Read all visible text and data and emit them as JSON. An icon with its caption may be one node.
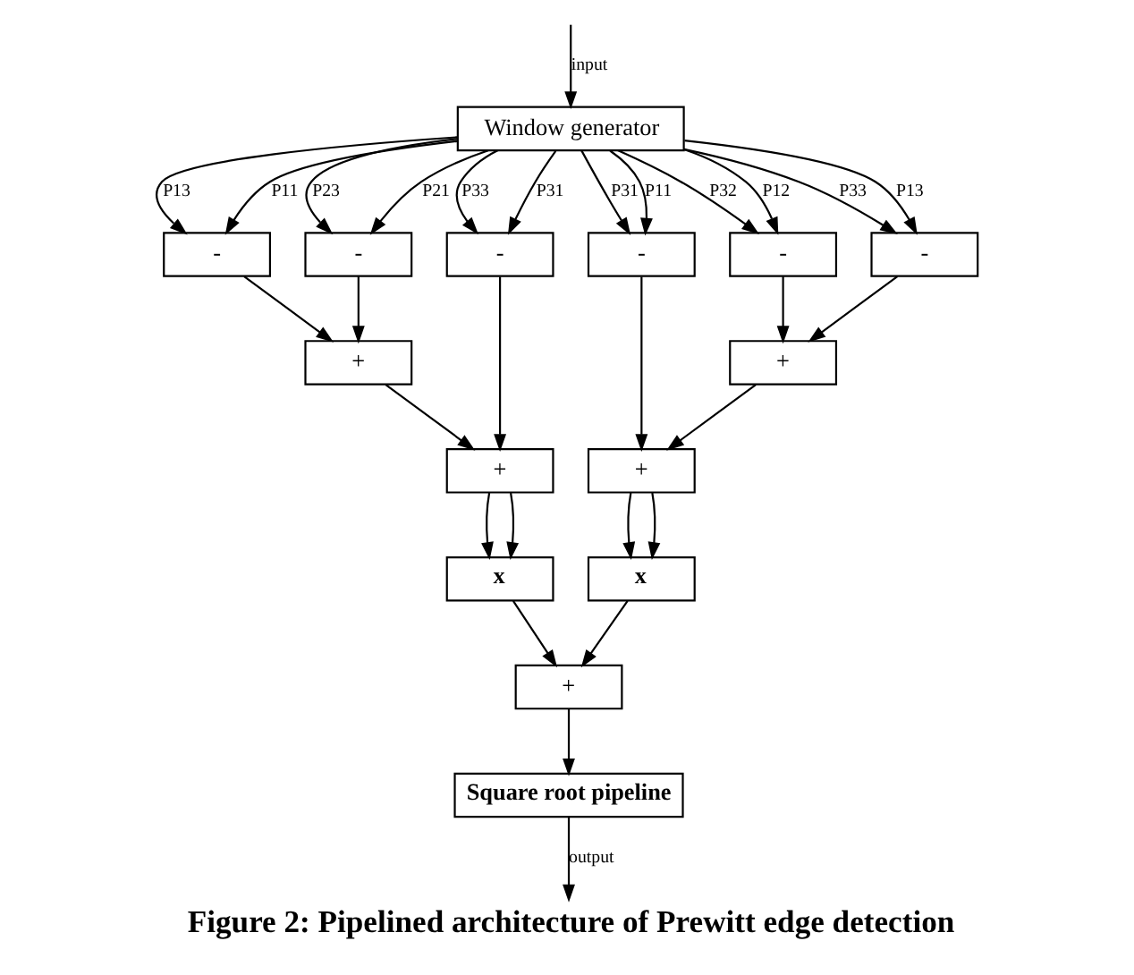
{
  "diagram": {
    "caption": "Figure 2: Pipelined architecture of Prewitt edge detection",
    "nodes": [
      {
        "text": [
          "Window generator"
        ]
      },
      {
        "text": [
          "-"
        ]
      },
      {
        "text": [
          "-"
        ]
      },
      {
        "text": [
          "-"
        ]
      },
      {
        "text": [
          "-"
        ]
      },
      {
        "text": [
          "-"
        ]
      },
      {
        "text": [
          "-"
        ]
      },
      {
        "text": [
          "+"
        ]
      },
      {
        "text": [
          "+"
        ]
      },
      {
        "text": [
          "x"
        ]
      },
      {
        "text": [
          "+"
        ]
      },
      {
        "text": [
          "+"
        ]
      },
      {
        "text": [
          "x"
        ]
      },
      {
        "text": [
          "+"
        ]
      },
      {
        "text": [
          "Square root pipeline"
        ]
      }
    ],
    "edges": [
      {
        "from": null,
        "to": 0,
        "arrow": "to",
        "label": "input"
      },
      {
        "from": 0,
        "to": 1,
        "arrow": "to",
        "label": "P13"
      },
      {
        "from": 0,
        "to": 1,
        "arrow": "to",
        "label": "P11"
      },
      {
        "from": 0,
        "to": 2,
        "arrow": "to",
        "label": "P23"
      },
      {
        "from": 0,
        "to": 2,
        "arrow": "to",
        "label": "P21"
      },
      {
        "from": 0,
        "to": 3,
        "arrow": "to",
        "label": "P33"
      },
      {
        "from": 0,
        "to": 3,
        "arrow": "to",
        "label": "P31"
      },
      {
        "from": 0,
        "to": 4,
        "arrow": "to",
        "label": "P31"
      },
      {
        "from": 0,
        "to": 4,
        "arrow": "to",
        "label": "P11"
      },
      {
        "from": 0,
        "to": 5,
        "arrow": "to",
        "label": "P32"
      },
      {
        "from": 0,
        "to": 5,
        "arrow": "to",
        "label": "P12"
      },
      {
        "from": 0,
        "to": 6,
        "arrow": "to",
        "label": "P33"
      },
      {
        "from": 0,
        "to": 6,
        "arrow": "to",
        "label": "P13"
      },
      {
        "from": 1,
        "to": 7,
        "arrow": "to"
      },
      {
        "from": 2,
        "to": 7,
        "arrow": "to"
      },
      {
        "from": 7,
        "to": 8,
        "arrow": "to"
      },
      {
        "from": 3,
        "to": 8,
        "arrow": "to"
      },
      {
        "from": 5,
        "to": 10,
        "arrow": "to"
      },
      {
        "from": 6,
        "to": 10,
        "arrow": "to"
      },
      {
        "from": 4,
        "to": 11,
        "arrow": "to"
      },
      {
        "from": 10,
        "to": 11,
        "arrow": "to"
      },
      {
        "from": 8,
        "to": 9,
        "arrow": "to"
      },
      {
        "from": 8,
        "to": 9,
        "arrow": "to"
      },
      {
        "from": 11,
        "to": 12,
        "arrow": "to"
      },
      {
        "from": 11,
        "to": 12,
        "arrow": "to"
      },
      {
        "from": 9,
        "to": 13,
        "arrow": "to"
      },
      {
        "from": 12,
        "to": 13,
        "arrow": "to"
      },
      {
        "from": 13,
        "to": 14,
        "arrow": "to"
      },
      {
        "from": 14,
        "to": null,
        "arrow": "to",
        "label": "output"
      }
    ]
  }
}
